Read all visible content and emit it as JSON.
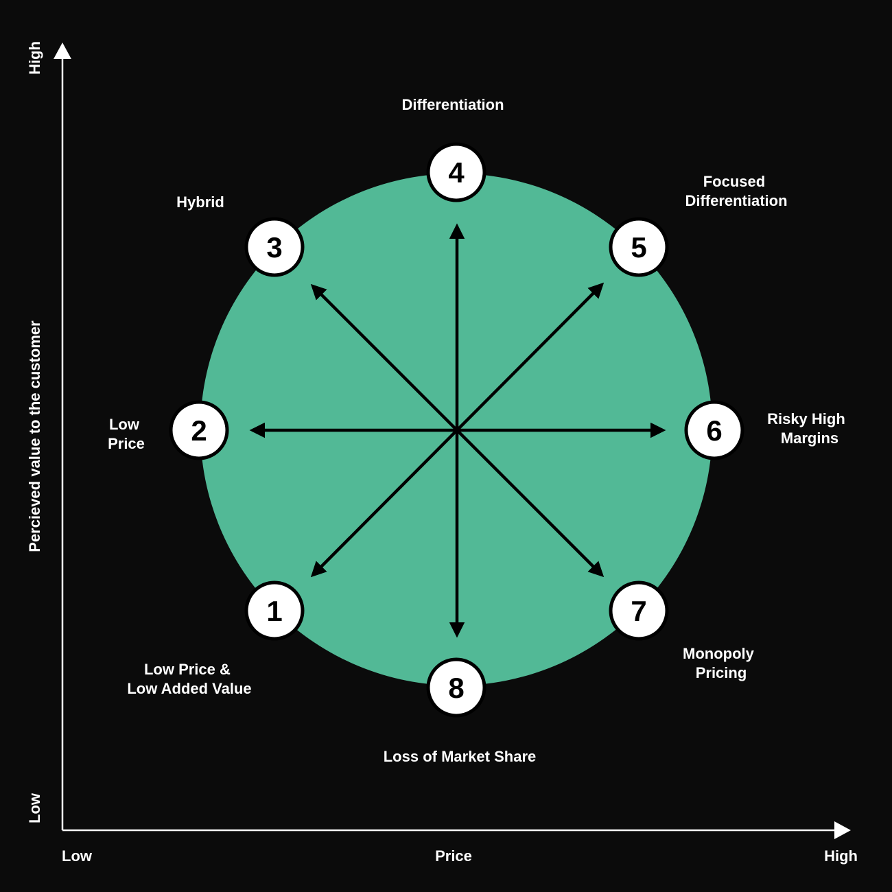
{
  "colors": {
    "background": "#0b0b0b",
    "circle_fill": "#52b996",
    "badge_fill": "#ffffff",
    "arrow": "#000000",
    "axis": "#ffffff",
    "text": "#ffffff"
  },
  "axes": {
    "x_label": "Price",
    "x_low": "Low",
    "x_high": "High",
    "y_label": "Percieved value to the customer",
    "y_low": "Low",
    "y_high": "High"
  },
  "strategies": [
    {
      "number": "1",
      "label_lines": [
        "Low Price &",
        "Low Added Value"
      ]
    },
    {
      "number": "2",
      "label_lines": [
        "Low",
        "Price"
      ]
    },
    {
      "number": "3",
      "label_lines": [
        "Hybrid"
      ]
    },
    {
      "number": "4",
      "label_lines": [
        "Differentiation"
      ]
    },
    {
      "number": "5",
      "label_lines": [
        "Focused",
        "Differentiation"
      ]
    },
    {
      "number": "6",
      "label_lines": [
        "Risky High",
        "Margins"
      ]
    },
    {
      "number": "7",
      "label_lines": [
        "Monopoly",
        "Pricing"
      ]
    },
    {
      "number": "8",
      "label_lines": [
        "Loss of Market Share"
      ]
    }
  ]
}
